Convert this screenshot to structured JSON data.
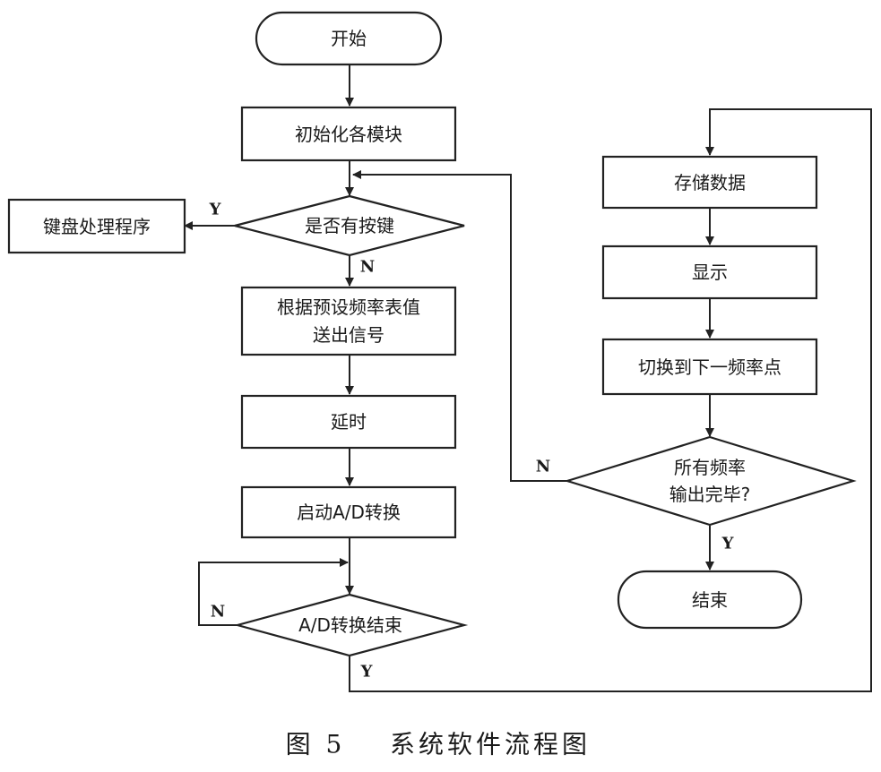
{
  "caption": {
    "figure_number": "图 5",
    "title": "系统软件流程图"
  },
  "nodes": {
    "start": "开始",
    "init": "初始化各模块",
    "key_check": "是否有按键",
    "key_handler": "键盘处理程序",
    "send_signal": [
      "根据预设频率表值",
      "送出信号"
    ],
    "delay": "延时",
    "start_ad": "启动A/D转换",
    "ad_done": "A/D转换结束",
    "store": "存储数据",
    "display": "显示",
    "next_freq": "切换到下一频率点",
    "all_done": [
      "所有频率",
      "输出完毕?"
    ],
    "end": "结束"
  },
  "branch_labels": {
    "key_yes": "Y",
    "key_no": "N",
    "ad_no": "N",
    "ad_yes": "Y",
    "all_no": "N",
    "all_yes": "Y"
  }
}
